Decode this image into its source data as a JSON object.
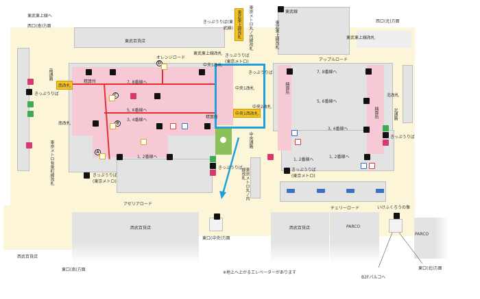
{
  "colors": {
    "highlight_box": "#1ea0dc",
    "route_arrow": "#1ea0dc",
    "red_route": "#e03030",
    "gate_badge": "#f5c323",
    "concourse": "#f7c9d5",
    "floor": "#fdf5d8"
  },
  "labels": {
    "tobu_tojo_line_to": "東武東上線へ",
    "west_south": "西口(南)方面",
    "west_north": "西口(北)方面",
    "tobu_dept": "東武百貨店",
    "tobu_line": "東武線",
    "ticket_tobu": "きっぷうりば(東武線)",
    "tobu_tojo_gate_v": "東武東上線改札",
    "metro_marunouchi_gate_top": "東京メトロ丸ノ内線改札",
    "tobu_tojo_gate_left": "東武東上線改札",
    "tobu_tojo_gate_right": "東武東上線改札",
    "tobu_tojo_gate_rv": "東武東上線改札",
    "ticket_metro_top": "きっぷうりば(東京メトロ)",
    "orange_road": "オレンジロード",
    "apple_road": "アップルロード",
    "chuo1_top": "中央1改札",
    "south_passage": "南通路",
    "south_gate_badge": "南改札",
    "south_gate": "南改札",
    "ticket_left": "きっぷうりば",
    "fare_adjust_left": "精算所",
    "fare_adjust_center": "精算所",
    "fare_adjust_right": "精算所",
    "platform_78_left": "7, 8番線へ",
    "platform_56_left": "5, 6番線へ",
    "platform_34_left": "3, 4番線へ",
    "platform_12_left": "1, 2番線へ",
    "platform_78_right": "7, 8番線へ",
    "platform_56_right": "5, 6番線へ",
    "platform_34_right": "3, 4番線へ",
    "platform_12_right": "1, 2番線へ",
    "platform_12_mid": "1, 2番線へ",
    "chuo1_gate": "中央1改札",
    "chuo2_gate": "中央2改札",
    "chuo1_west_gate": "中央1西改札",
    "ticket_chuo": "きっぷうりば",
    "central_passage": "中央通路",
    "north_gate": "北改札",
    "north_passage": "北通路",
    "ticket_north": "きっぷうりば",
    "metro_yurakucho_gate": "東京メトロ有楽町線改札",
    "ticket_metro_left": "きっぷうりば(東京メトロ)",
    "ticket_green": "きっぷうりば",
    "metro_marunouchi_gate": "東京メトロ丸ノ内線改札",
    "ticket_metro_right": "きっぷうりば(東京メトロ)",
    "azalea_road": "アゼリアロード",
    "cherry_road": "チェリーロード",
    "ikefukuro": "いけふくろうの像",
    "seibu_center": "西武百貨店",
    "seibu_left": "西武百貨店",
    "seibu_right": "西武百貨店",
    "parco_center": "PARCO",
    "parco_right": "PARCO",
    "east_center": "東口(中央)方面",
    "east_south": "東口(南)方面",
    "east_north": "東口(北)方面",
    "b2f_parco": "B2Fパルコへ",
    "elevator_note": "※地上へ上がるエレベーターがあります"
  },
  "markers": [
    "A",
    "B",
    "C",
    "D"
  ]
}
